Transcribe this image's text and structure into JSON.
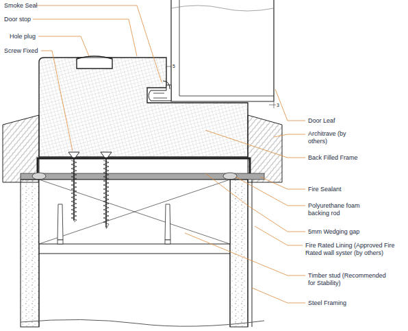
{
  "diagram": {
    "labels": [
      "Smoke Seal",
      "Door stop",
      "Hole plug",
      "Screw Fixed",
      "Door Leaf",
      "Architrave (by others)",
      "Back Filled Frame",
      "Fire Sealant",
      "Polyurethane foam backing rod",
      "5mm Wedging gap",
      "Fire Rated Lining (Approved Fire Rated wall syster (by others)",
      "Timber stud (Recommended for Stability)",
      "Steel Framing",
      "5",
      "3"
    ]
  }
}
